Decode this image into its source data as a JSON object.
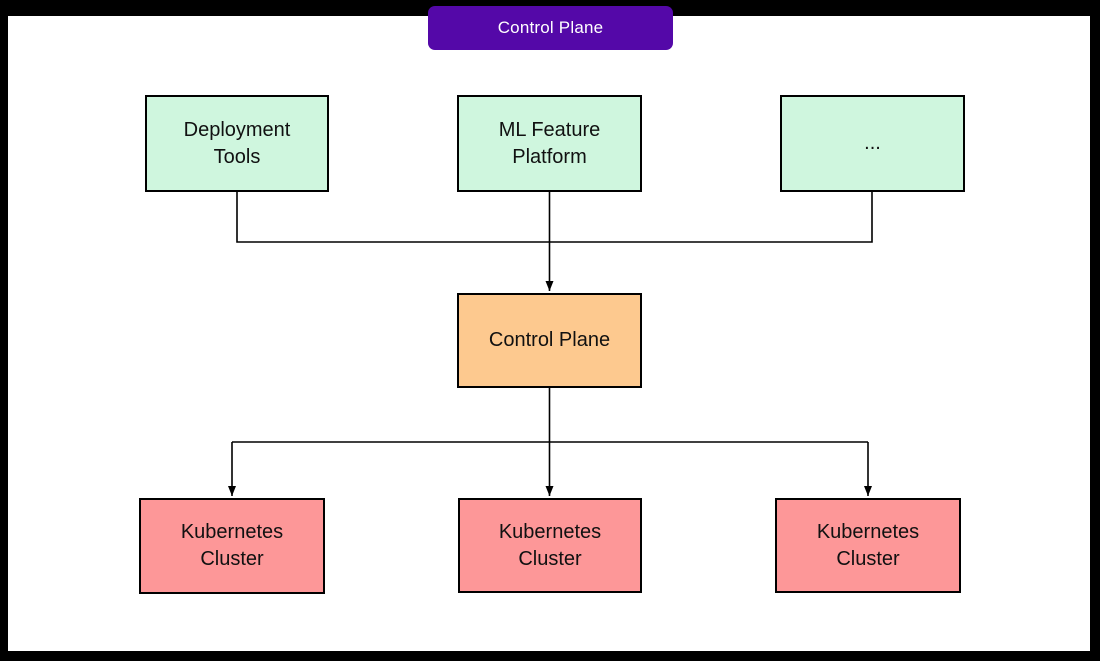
{
  "banner": {
    "label": "Control Plane"
  },
  "colors": {
    "frame_bg": "#000000",
    "canvas_bg": "#ffffff",
    "banner_bg": "#5408A8",
    "banner_text": "#ffffff",
    "top_node_fill": "#CFF6DE",
    "middle_node_fill": "#FDC98F",
    "bottom_node_fill": "#FD9798",
    "node_border": "#000000",
    "line": "#000000"
  },
  "nodes": {
    "top": [
      {
        "label": "Deployment Tools"
      },
      {
        "label": "ML Feature Platform"
      },
      {
        "label": "..."
      }
    ],
    "middle": {
      "label": "Control Plane"
    },
    "bottom": [
      {
        "label": "Kubernetes Cluster"
      },
      {
        "label": "Kubernetes Cluster"
      },
      {
        "label": "Kubernetes Cluster"
      }
    ]
  }
}
